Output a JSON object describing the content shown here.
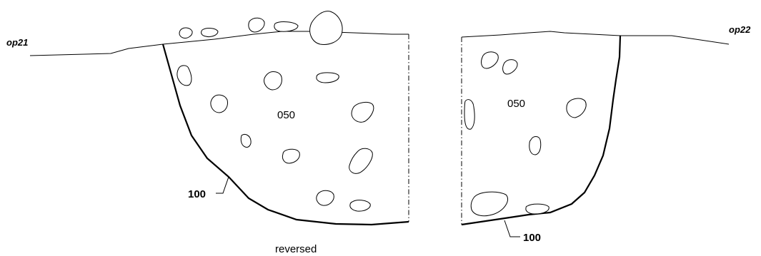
{
  "sections": [
    {
      "name": "op21",
      "fill_label": "050",
      "cut_label": "100",
      "caption": "reversed"
    },
    {
      "name": "op22",
      "fill_label": "050",
      "cut_label": "100"
    }
  ]
}
